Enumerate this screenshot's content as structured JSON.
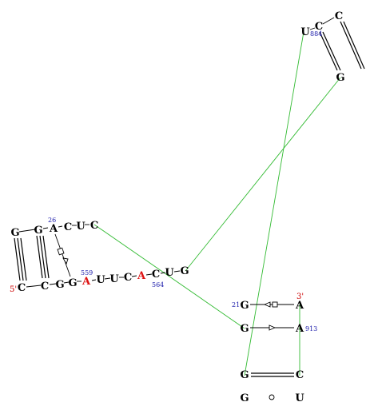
{
  "diagram": {
    "colors": {
      "base": "#000000",
      "highlight": "#dd1111",
      "number": "#1a1aaa",
      "end_label": "#cc0000",
      "link": "#33bb33",
      "pair": "#000000"
    },
    "nucleotides": [
      {
        "id": "g-left-top",
        "letter": "G"
      },
      {
        "id": "g-stem-top",
        "letter": "G"
      },
      {
        "id": "a26",
        "letter": "A",
        "number": "26"
      },
      {
        "id": "c-loop-1",
        "letter": "C"
      },
      {
        "id": "u-loop",
        "letter": "U"
      },
      {
        "id": "c-loop-2",
        "letter": "C"
      },
      {
        "id": "c5",
        "letter": "C"
      },
      {
        "id": "c-bottom",
        "letter": "C"
      },
      {
        "id": "g-bottom-1",
        "letter": "G"
      },
      {
        "id": "g-bottom-2",
        "letter": "G"
      },
      {
        "id": "a559",
        "letter": "A",
        "number": "559",
        "highlight": true
      },
      {
        "id": "u-mid-1",
        "letter": "U"
      },
      {
        "id": "u-mid-2",
        "letter": "U"
      },
      {
        "id": "c-mid",
        "letter": "C"
      },
      {
        "id": "a-mid",
        "letter": "A",
        "highlight": true
      },
      {
        "id": "c564",
        "letter": "C",
        "number": "564"
      },
      {
        "id": "u-mid-3",
        "letter": "U"
      },
      {
        "id": "g-mid-end",
        "letter": "G"
      },
      {
        "id": "u884",
        "letter": "U",
        "number": "884"
      },
      {
        "id": "c-hair-1",
        "letter": "C"
      },
      {
        "id": "c-hair-2",
        "letter": "C"
      },
      {
        "id": "g-hair",
        "letter": "G"
      },
      {
        "id": "g21",
        "letter": "G",
        "number": "21"
      },
      {
        "id": "a3",
        "letter": "A"
      },
      {
        "id": "g-right-2",
        "letter": "G"
      },
      {
        "id": "a913",
        "letter": "A",
        "number": "913"
      },
      {
        "id": "g-right-3",
        "letter": "G"
      },
      {
        "id": "c-right-3",
        "letter": "C"
      },
      {
        "id": "g-right-4",
        "letter": "G"
      },
      {
        "id": "u-right-4",
        "letter": "U"
      }
    ],
    "end_labels": [
      {
        "id": "five-prime",
        "text": "5'"
      },
      {
        "id": "three-prime",
        "text": "3'"
      }
    ]
  }
}
